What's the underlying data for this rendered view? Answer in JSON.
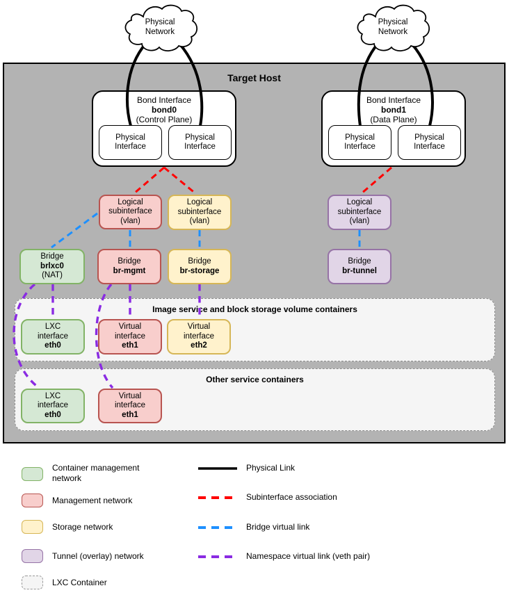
{
  "colors": {
    "host_bg": "#b3b3b3",
    "container_mgmt_fill": "#d5e8d4",
    "container_mgmt_stroke": "#82b366",
    "mgmt_fill": "#f8cecc",
    "mgmt_stroke": "#b85450",
    "storage_fill": "#fff2cc",
    "storage_stroke": "#d6b656",
    "tunnel_fill": "#e1d5e7",
    "tunnel_stroke": "#9673a6",
    "lxc_fill": "#f5f5f5",
    "lxc_stroke": "#8a8a8a",
    "physical_link": "#000000",
    "subiface_link": "#ff0000",
    "bridge_link": "#1e90ff",
    "veth_link": "#8a2be2"
  },
  "nodes": {
    "cloud_left": "Physical Network",
    "cloud_right": "Physical Network",
    "host": "Target Host",
    "bond0": {
      "title": "Bond Interface",
      "name": "bond0",
      "role": "(Control Plane)"
    },
    "bond1": {
      "title": "Bond Interface",
      "name": "bond1",
      "role": "(Data Plane)"
    },
    "phys_if": {
      "l1": "Physical",
      "l2": "Interface"
    },
    "sub_mgmt": {
      "l1": "Logical",
      "l2": "subinterface",
      "l3": "(vlan)"
    },
    "sub_storage": {
      "l1": "Logical",
      "l2": "subinterface",
      "l3": "(vlan)"
    },
    "sub_tunnel": {
      "l1": "Logical",
      "l2": "subinterface",
      "l3": "(vlan)"
    },
    "br_lxc": {
      "l1": "Bridge",
      "l2": "brlxc0",
      "l3": "(NAT)"
    },
    "br_mgmt": {
      "l1": "Bridge",
      "l2": "br-mgmt"
    },
    "br_storage": {
      "l1": "Bridge",
      "l2": "br-storage"
    },
    "br_tunnel": {
      "l1": "Bridge",
      "l2": "br-tunnel"
    },
    "container1": {
      "title": "Image service and block storage volume containers",
      "eth0": {
        "l1": "LXC",
        "l2": "interface",
        "l3": "eth0"
      },
      "eth1": {
        "l1": "Virtual",
        "l2": "interface",
        "l3": "eth1"
      },
      "eth2": {
        "l1": "Virtual",
        "l2": "interface",
        "l3": "eth2"
      }
    },
    "container2": {
      "title": "Other service containers",
      "eth0": {
        "l1": "LXC",
        "l2": "interface",
        "l3": "eth0"
      },
      "eth1": {
        "l1": "Virtual",
        "l2": "interface",
        "l3": "eth1"
      }
    }
  },
  "legend": {
    "networks": [
      {
        "label": "Container management network",
        "color": "#d5e8d4"
      },
      {
        "label": "Management network",
        "color": "#f8cecc"
      },
      {
        "label": "Storage network",
        "color": "#fff2cc"
      },
      {
        "label": "Tunnel (overlay) network",
        "color": "#e1d5e7"
      },
      {
        "label": "LXC Container",
        "color": "#f5f5f5"
      }
    ],
    "links": [
      {
        "label": "Physical Link",
        "style": "solid",
        "color": "#000000"
      },
      {
        "label": "Subinterface association",
        "style": "dashed",
        "color": "#ff0000"
      },
      {
        "label": "Bridge virtual link",
        "style": "dashed",
        "color": "#1e90ff"
      },
      {
        "label": "Namespace virtual link (veth pair)",
        "style": "dashed",
        "color": "#8a2be2"
      }
    ]
  }
}
